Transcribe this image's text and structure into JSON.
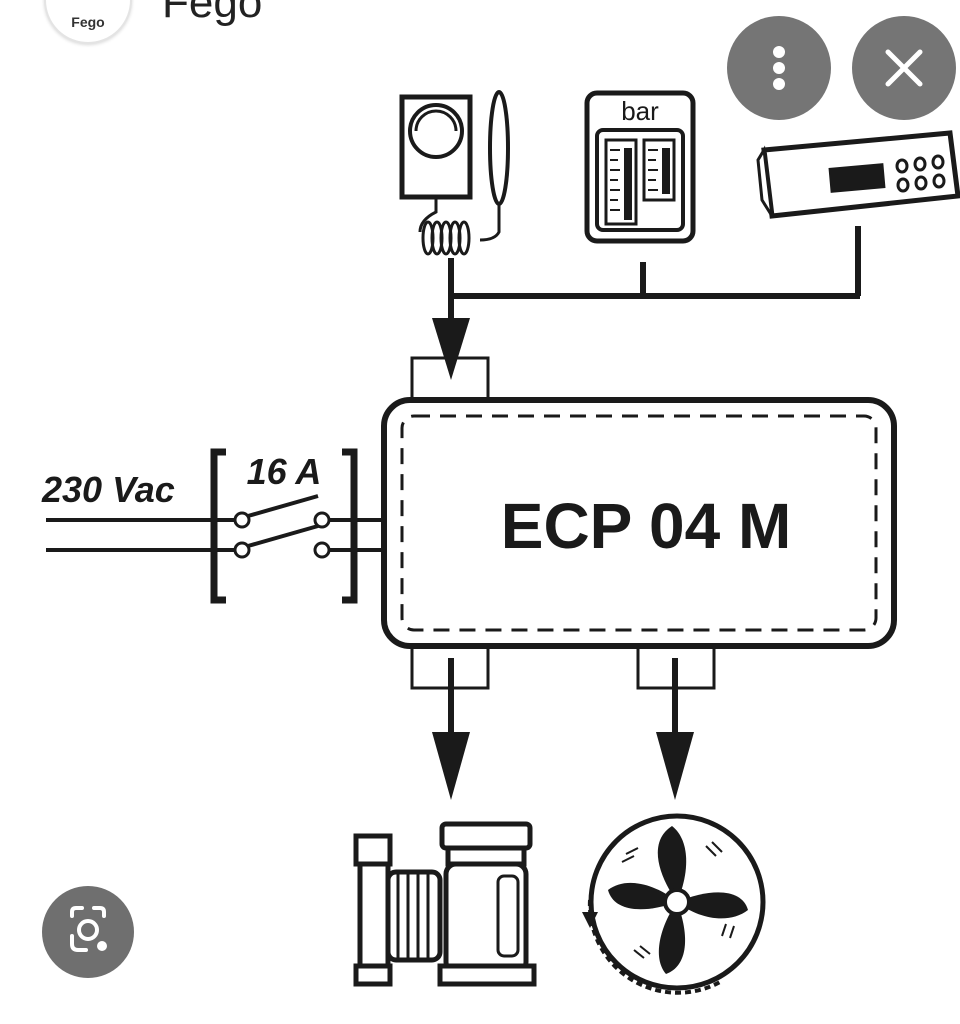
{
  "header": {
    "source_name": "Fego",
    "logo_text": "Fego",
    "icon": "site-logo"
  },
  "overlay_buttons": {
    "more_icon": "more-vert-icon",
    "close_icon": "close-icon",
    "lens_icon": "camera-search-icon"
  },
  "diagram": {
    "power_label": "230 Vac",
    "breaker_label": "16 A",
    "controller_label": "ECP 04 M",
    "gauge_label": "bar",
    "devices": [
      "thermostat",
      "pressure-gauge",
      "control-panel",
      "pump",
      "fan"
    ]
  }
}
